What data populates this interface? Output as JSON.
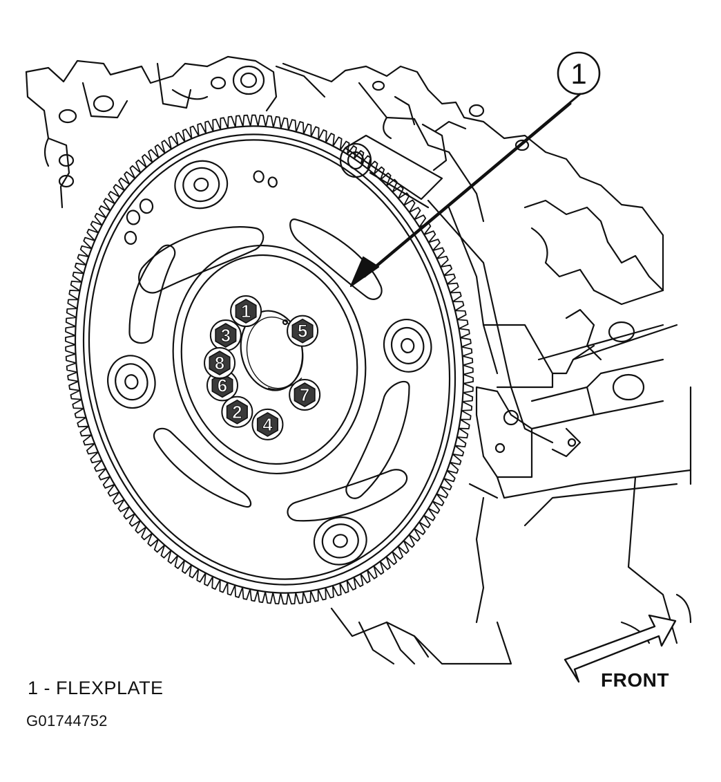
{
  "callout": {
    "number": "1"
  },
  "legend": {
    "text": "1 - FLEXPLATE"
  },
  "figure_id": "G01744752",
  "direction": {
    "label": "FRONT"
  },
  "bolts": [
    {
      "label": "1",
      "angle": 115
    },
    {
      "label": "2",
      "angle": 232
    },
    {
      "label": "3",
      "angle": 150
    },
    {
      "label": "4",
      "angle": 273
    },
    {
      "label": "5",
      "angle": 35
    },
    {
      "label": "6",
      "angle": 200
    },
    {
      "label": "7",
      "angle": 330
    },
    {
      "label": "8",
      "angle": 178
    }
  ],
  "colors": {
    "line": "#111111",
    "paper": "#ffffff",
    "bolt_fill": "#3a3a3a",
    "bolt_text": "#ffffff"
  },
  "ring_gear": {
    "tooth_count": 160
  }
}
